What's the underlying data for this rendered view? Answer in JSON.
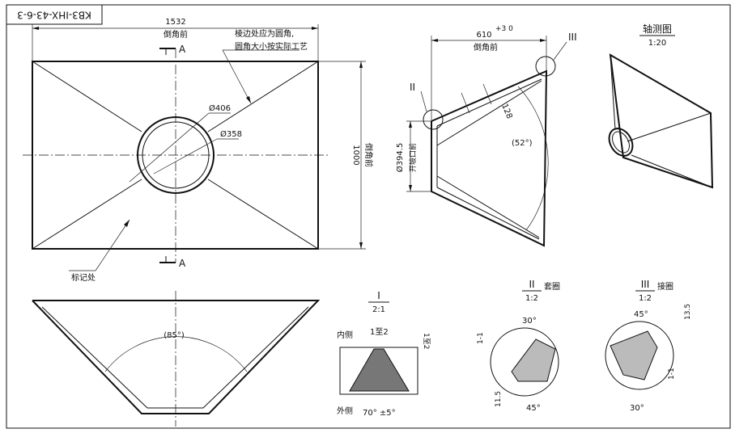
{
  "drawing_number": "KB3-IHX-43-6-3",
  "plan_view": {
    "width_dim": "1532",
    "height_dim": "1000",
    "chamfer_note": "倒角前",
    "edge_note_line1": "棱边处应为圆角,",
    "edge_note_line2": "圆角大小按实际工艺",
    "outer_dia": "Ø406",
    "inner_dia": "Ø358",
    "section_mark": "A",
    "mark_note": "标记处"
  },
  "section_view": {
    "width_dim": "610",
    "width_tol": "+3 0",
    "chamfer_note": "倒角前",
    "thickness_dim": "128",
    "angle": "(52°)",
    "opening_dim": "Ø394.5",
    "opening_note": "开坡口前",
    "detail_ii_mark": "II",
    "detail_iii_mark": "III"
  },
  "isometric": {
    "title": "轴测图",
    "scale": "1:20"
  },
  "front_view": {
    "angle": "(85°)"
  },
  "detail_i": {
    "mark": "I",
    "scale": "2:1",
    "inner_label": "内侧",
    "gap_dim": "1至2",
    "root_dim": "1至2",
    "outer_label": "外侧",
    "angle": "70° ±5°"
  },
  "detail_ii": {
    "mark": "II",
    "scale": "1:2",
    "rotate_note": "套圈",
    "angle_top": "30°",
    "angle_bottom": "45°",
    "dim_left": "1-1",
    "dim_bottom": "11.5"
  },
  "detail_iii": {
    "mark": "III",
    "scale": "1:2",
    "rotate_note": "接圈",
    "angle_top": "45°",
    "angle_bottom": "30°",
    "dim_right": "13.5",
    "dim_lower": "1-1"
  }
}
